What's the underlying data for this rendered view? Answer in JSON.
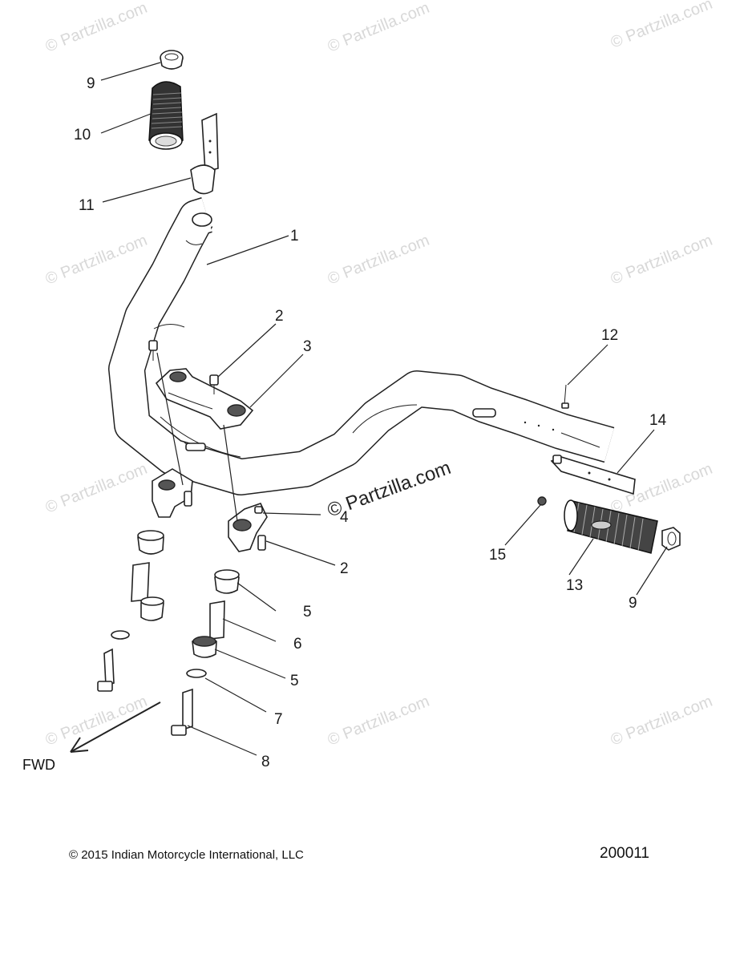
{
  "callouts": {
    "c1": "1",
    "c2a": "2",
    "c2b": "2",
    "c3": "3",
    "c4": "4",
    "c5a": "5",
    "c5b": "5",
    "c6": "6",
    "c7": "7",
    "c8": "8",
    "c9a": "9",
    "c9b": "9",
    "c10": "10",
    "c11": "11",
    "c12": "12",
    "c13": "13",
    "c14": "14",
    "c15": "15"
  },
  "watermark": "© Partzilla.com",
  "center_watermark": "© Partzilla.com",
  "direction_label": "FWD",
  "footer": {
    "copyright": "© 2015 Indian Motorcycle International, LLC",
    "diagram_number": "200011"
  }
}
